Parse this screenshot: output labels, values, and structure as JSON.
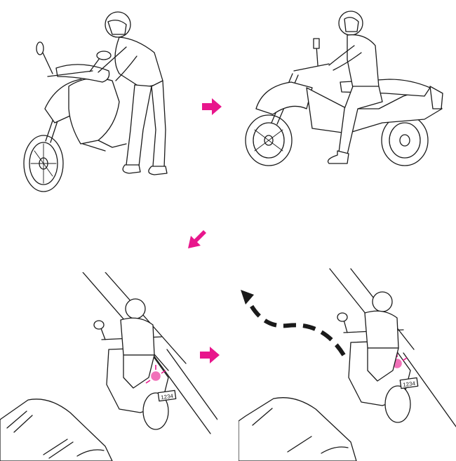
{
  "colors": {
    "accent": "#e8168c",
    "ink": "#1a1a1a",
    "background": "#ffffff"
  },
  "panels": [
    {
      "id": "panel-1",
      "icon": "rider-mounting-motorcycle-icon"
    },
    {
      "id": "panel-2",
      "icon": "rider-seated-motorcycle-icon"
    },
    {
      "id": "panel-3",
      "icon": "rider-roadside-signaling-icon"
    },
    {
      "id": "panel-4",
      "icon": "rider-pulling-out-icon"
    }
  ],
  "arrows": [
    {
      "id": "arrow-1-to-2",
      "icon": "arrow-right-icon"
    },
    {
      "id": "arrow-2-to-3",
      "icon": "arrow-down-left-icon"
    },
    {
      "id": "arrow-3-to-4",
      "icon": "arrow-right-icon"
    }
  ],
  "plates": {
    "panel3": "1234",
    "panel4": "1234"
  }
}
